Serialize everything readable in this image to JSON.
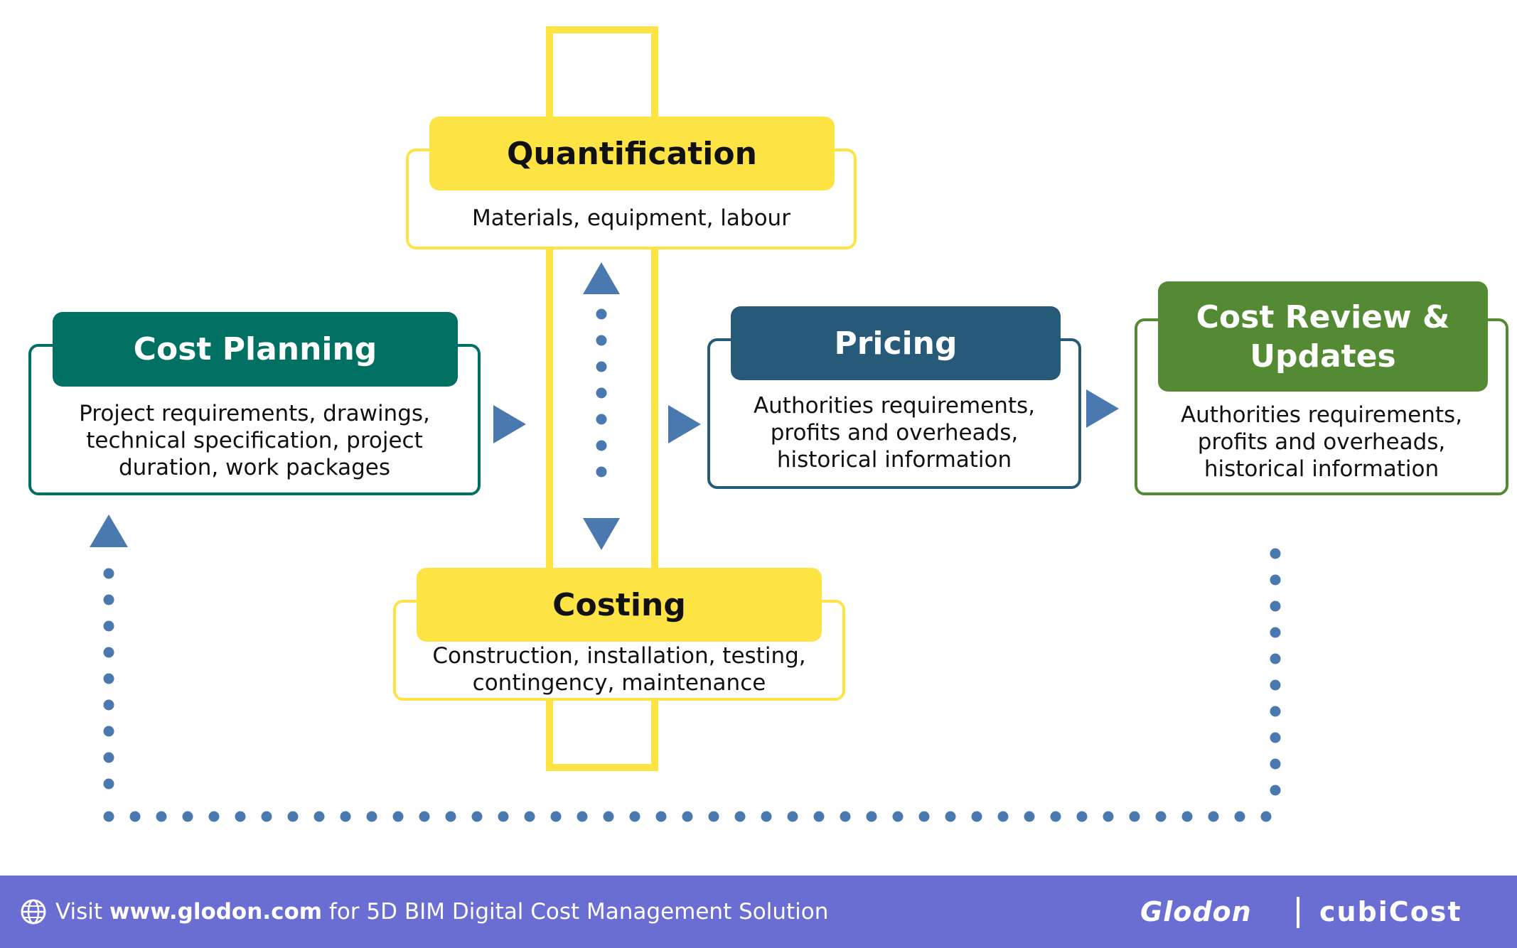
{
  "colors": {
    "yellow": "#fde344",
    "teal": "#007063",
    "navy": "#265a78",
    "green": "#548a34",
    "arrow_blue": "#4a79b0",
    "footer_bg": "#6a6dd2"
  },
  "nodes": {
    "quantification": {
      "title": "Quantification",
      "lines": [
        "Materials, equipment, labour"
      ]
    },
    "costing": {
      "title": "Costing",
      "lines": [
        "Construction, installation, testing,",
        "contingency, maintenance"
      ]
    },
    "cost_planning": {
      "title": "Cost Planning",
      "lines": [
        "Project requirements, drawings,",
        "technical specification, project",
        "duration, work packages"
      ]
    },
    "pricing": {
      "title": "Pricing",
      "lines": [
        "Authorities requirements,",
        "profits and overheads,",
        "historical information"
      ]
    },
    "cost_review": {
      "title_lines": [
        "Cost Review &",
        "Updates"
      ],
      "lines": [
        "Authorities requirements,",
        "profits and overheads,",
        "historical information"
      ]
    }
  },
  "footer": {
    "icon": "globe-icon",
    "visit": "Visit ",
    "url": "www.glodon.com",
    "rest": " for 5D BIM Digital Cost Management Solution",
    "logo_left": "Glodon",
    "logo_right": "cubiCost"
  }
}
